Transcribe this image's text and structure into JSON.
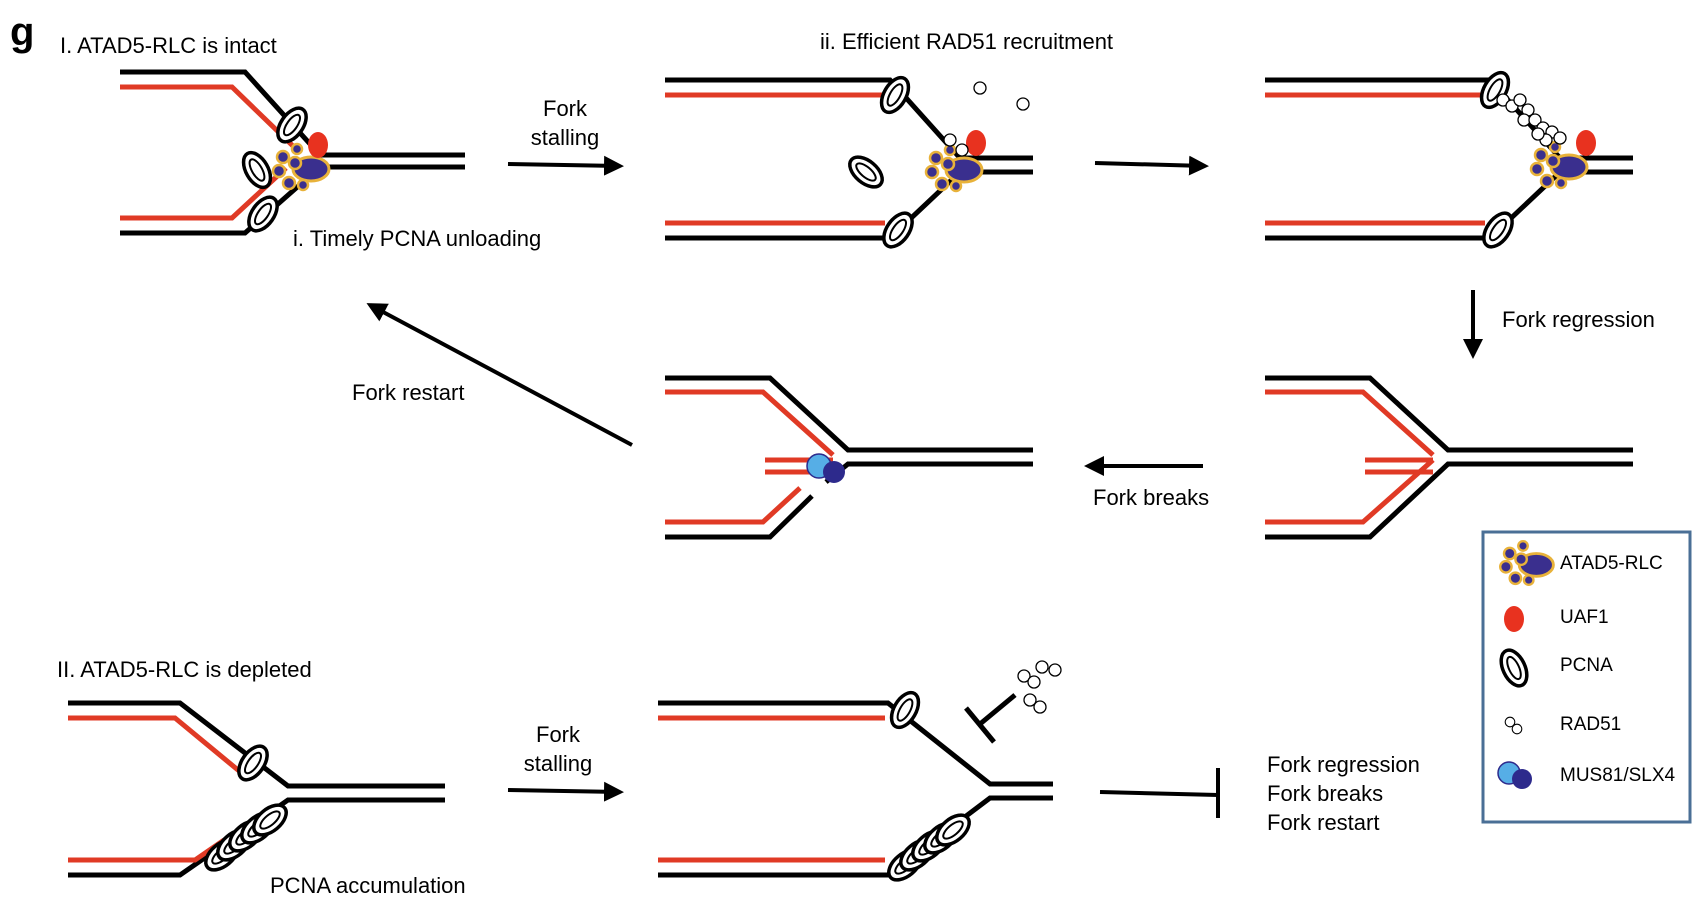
{
  "panel_letter": "g",
  "section_intact": "I. ATAD5-RLC is intact",
  "section_depleted": "II. ATAD5-RLC is depleted",
  "step_unloading": "i. Timely PCNA unloading",
  "step_rad51": "ii. Efficient RAD51 recruitment",
  "fork_stalling_line1": "Fork",
  "fork_stalling_line2": "stalling",
  "fork_regression": "Fork regression",
  "fork_breaks": "Fork breaks",
  "fork_restart": "Fork restart",
  "pcna_accumulation": "PCNA accumulation",
  "blocked_outcomes": [
    "Fork regression",
    "Fork breaks",
    "Fork restart"
  ],
  "legend": [
    {
      "label": "ATAD5-RLC",
      "icon": "atad5-rlc-icon"
    },
    {
      "label": "UAF1",
      "icon": "uaf1-icon"
    },
    {
      "label": "PCNA",
      "icon": "pcna-ring-icon"
    },
    {
      "label": "RAD51",
      "icon": "rad51-icon"
    },
    {
      "label": "MUS81/SLX4",
      "icon": "mus81-slx4-icon"
    }
  ],
  "colors": {
    "strand": "#000000",
    "nascent_strand": "#e03a25",
    "atad5_fill": "#3a2f8e",
    "atad5_outline": "#e8b23a",
    "uaf1": "#e8321f",
    "mus81": "#56aee6",
    "slx4": "#2d2a8c",
    "legend_border": "#4a6f96"
  }
}
